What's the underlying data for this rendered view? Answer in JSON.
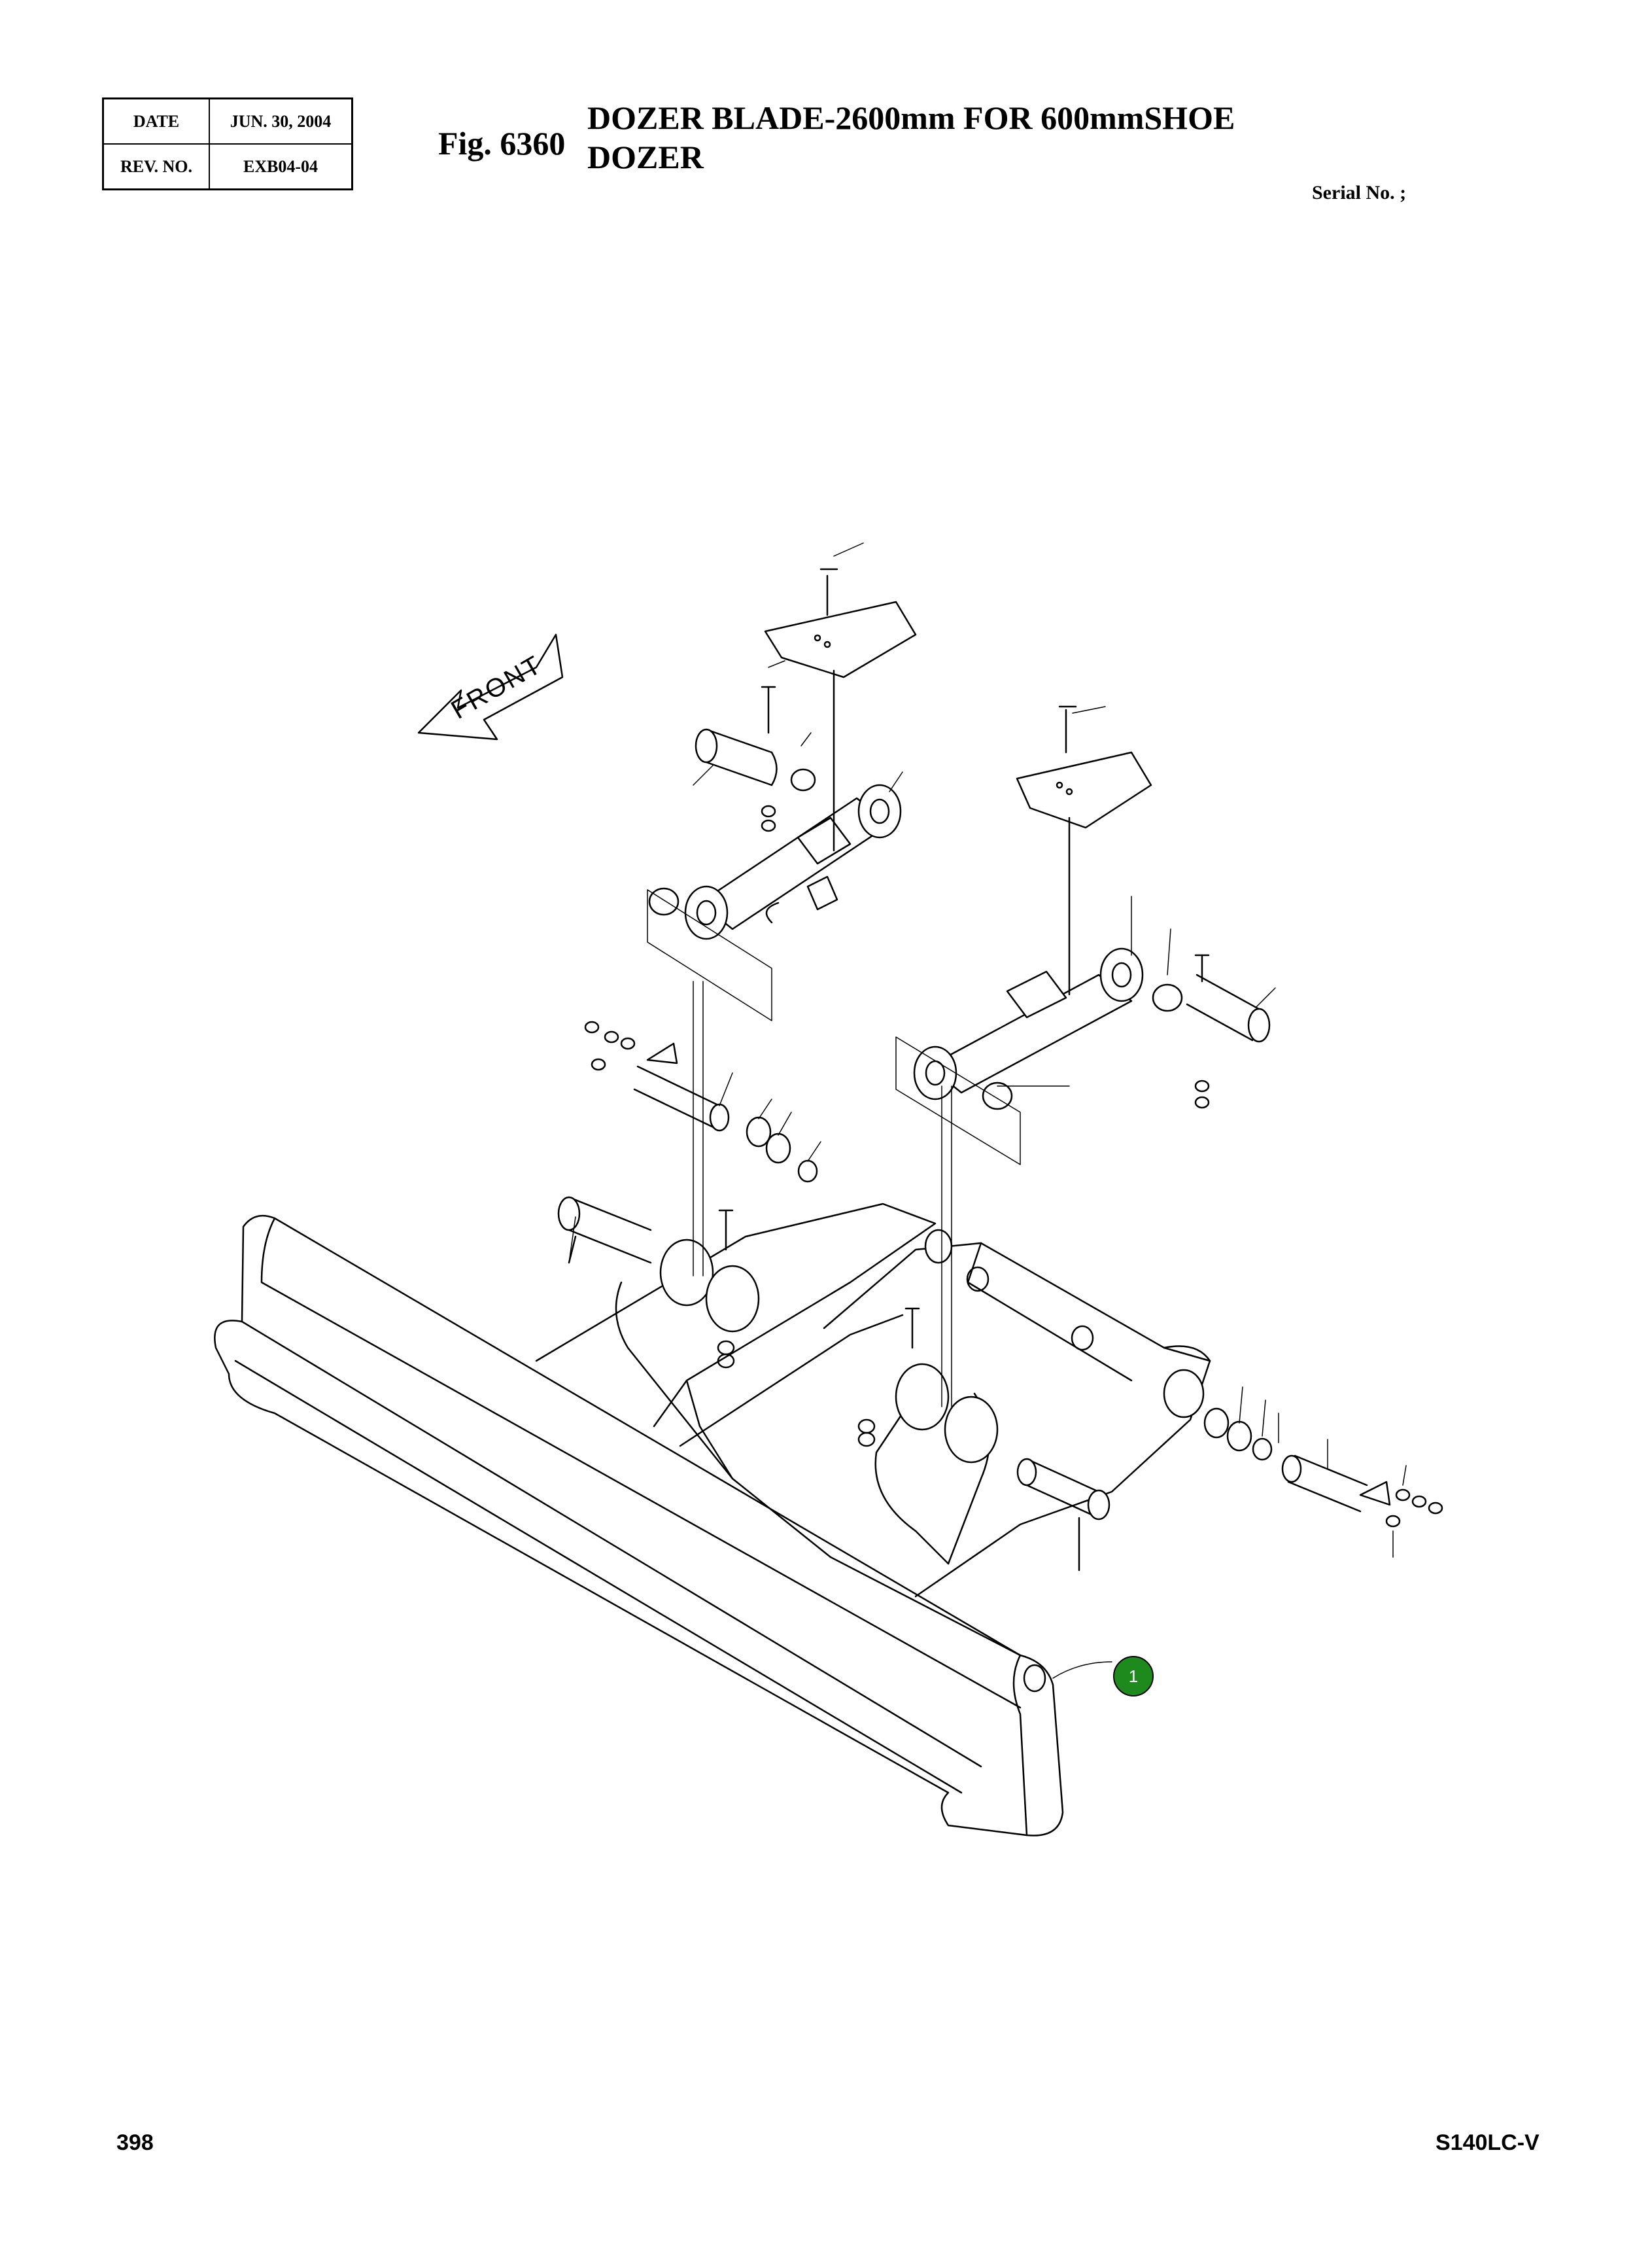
{
  "header": {
    "date_label": "DATE",
    "date_value": "JUN. 30, 2004",
    "rev_label": "REV. NO.",
    "rev_value": "EXB04-04",
    "figure_label": "Fig. 6360",
    "title_line1": "DOZER BLADE-2600mm FOR 600mmSHOE",
    "title_line2": "DOZER",
    "serial_label": "Serial No. ;"
  },
  "diagram": {
    "direction_label": "FRONT",
    "callouts": [
      {
        "number": "1",
        "color": "#1e8a1e"
      }
    ]
  },
  "footer": {
    "page_number": "398",
    "model": "S140LC-V"
  }
}
